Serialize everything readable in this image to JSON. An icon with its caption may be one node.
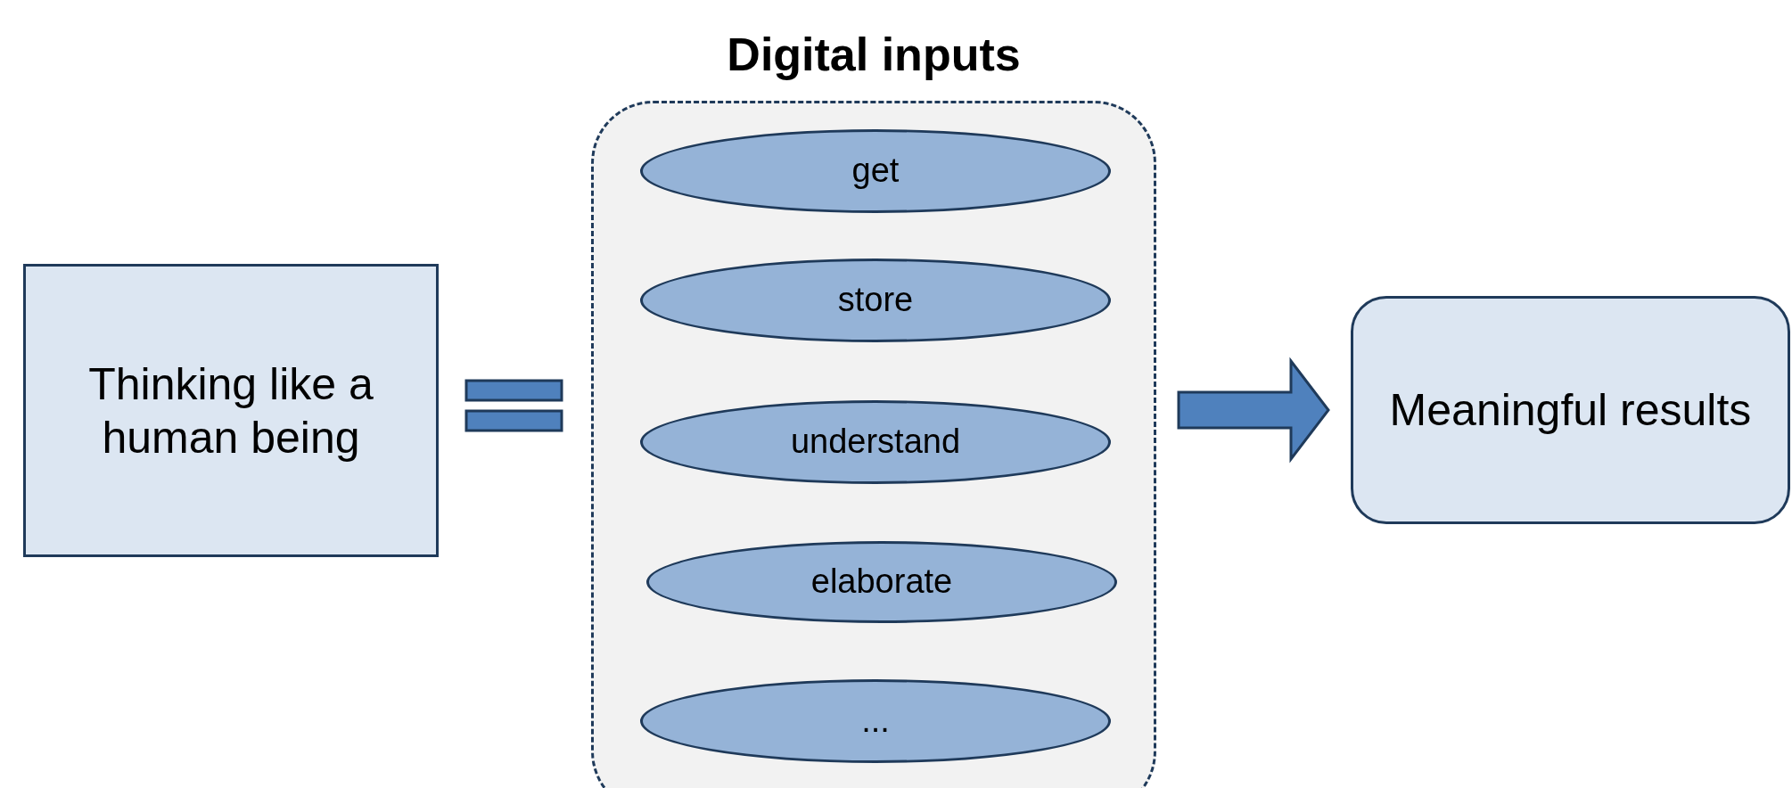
{
  "diagram": {
    "nodes": [
      {
        "text": [
          "Thinking like a human being"
        ]
      },
      {
        "text": [
          "Digital inputs"
        ]
      },
      {
        "text": [
          "get"
        ],
        "in": 1
      },
      {
        "text": [
          "store"
        ],
        "in": 1
      },
      {
        "text": [
          "understand"
        ],
        "in": 1
      },
      {
        "text": [
          "elaborate"
        ],
        "in": 1
      },
      {
        "text": [
          "..."
        ],
        "in": 1
      },
      {
        "text": [
          "Meaningful results"
        ]
      }
    ],
    "edges": [
      {
        "from": 1,
        "to": 7,
        "arrow": "to",
        "style": "thick"
      }
    ]
  }
}
